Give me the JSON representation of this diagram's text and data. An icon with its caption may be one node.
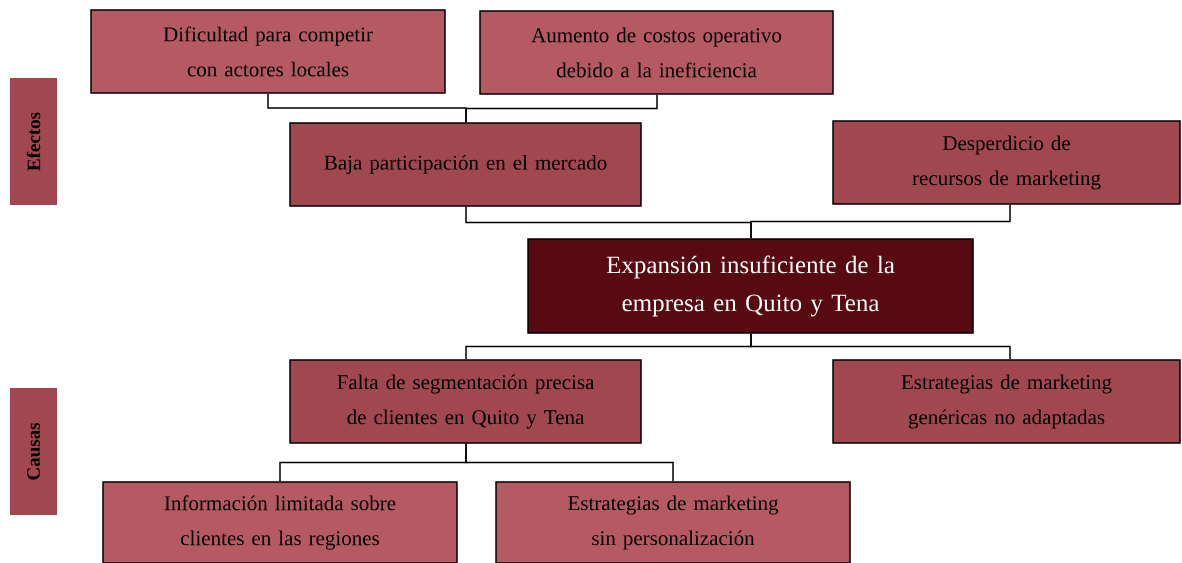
{
  "diagram": {
    "nodes": [
      {
        "text": [
          "Dificultad para competir con actores locales"
        ]
      },
      {
        "text": [
          "Aumento de costos operativo debido a la ineficiencia"
        ]
      },
      {
        "text": [
          "Efectos"
        ]
      },
      {
        "text": [
          "Baja participación en el mercado"
        ]
      },
      {
        "text": [
          "Desperdicio de recursos de marketing"
        ]
      },
      {
        "text": [
          "Expansión insuficiente de la empresa en Quito y Tena"
        ]
      },
      {
        "text": [
          "Falta de segmentación precisa de clientes en Quito y Tena"
        ]
      },
      {
        "text": [
          "Estrategias de marketing genéricas no adaptadas"
        ]
      },
      {
        "text": [
          "Causas"
        ]
      },
      {
        "text": [
          "Información limitada sobre clientes en las regiones"
        ]
      },
      {
        "text": [
          "Estrategias de marketing sin personalización"
        ]
      }
    ],
    "edges": [
      {
        "from": 0,
        "to": 3,
        "arrow": "none"
      },
      {
        "from": 1,
        "to": 3,
        "arrow": "none"
      },
      {
        "from": 3,
        "to": 5,
        "arrow": "none"
      },
      {
        "from": 4,
        "to": 5,
        "arrow": "none"
      },
      {
        "from": 5,
        "to": 6,
        "arrow": "none"
      },
      {
        "from": 5,
        "to": 7,
        "arrow": "none"
      },
      {
        "from": 6,
        "to": 9,
        "arrow": "none"
      },
      {
        "from": 6,
        "to": 10,
        "arrow": "none"
      }
    ]
  }
}
